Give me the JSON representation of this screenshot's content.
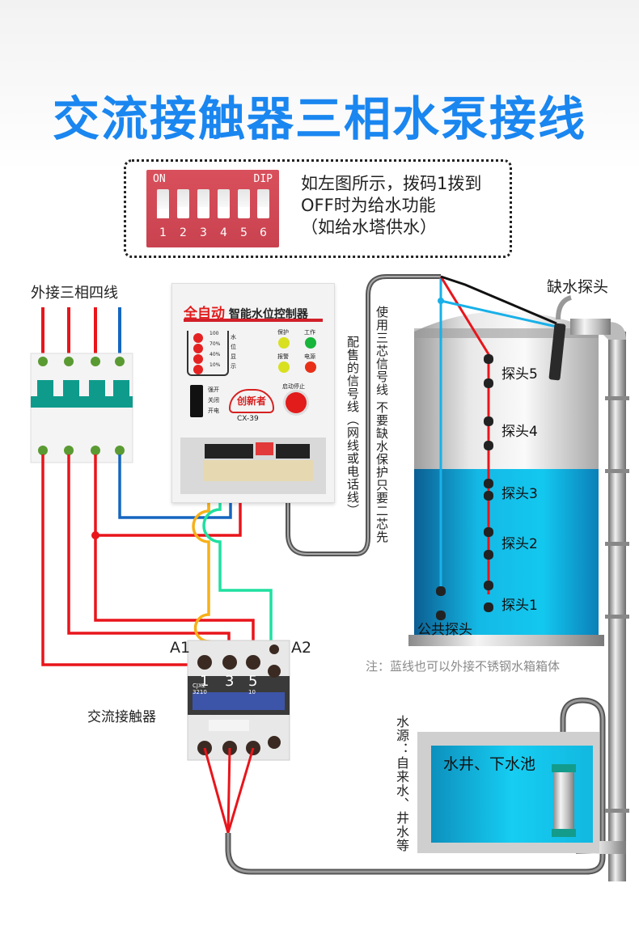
{
  "title": "交流接触器三相水泵接线",
  "info_box": {
    "dip_on_label": "ON",
    "dip_label": "DIP",
    "dip_switch_numbers": [
      "1",
      "2",
      "3",
      "4",
      "5",
      "6"
    ],
    "dip_switch_1_state": "OFF",
    "text_lines": [
      "如左图所示，拨码1拨到",
      "OFF时为给水功能",
      "（如给水塔供水）"
    ]
  },
  "breaker": {
    "label": "外接三相四线",
    "wire_colors": [
      "#e8151b",
      "#e8151b",
      "#e8151b",
      "#1466c0"
    ]
  },
  "controller": {
    "title_bold": "全自动",
    "title_rest": "智能水位控制器",
    "subtitle": "AUTOMATIC INTELLIGENT LIQUID LEVEL CONTROL SWITCH",
    "level_marks": [
      "100",
      "70%",
      "40%",
      "10%"
    ],
    "level_caption": "水位显示",
    "indicators": [
      {
        "label": "保护",
        "color": "#d8e020"
      },
      {
        "label": "工作",
        "color": "#17b53a"
      },
      {
        "label": "报警",
        "color": "#d8e020"
      },
      {
        "label": "电源",
        "color": "#e83018"
      }
    ],
    "switch_labels": [
      "强开",
      "关闭",
      "开电"
    ],
    "brand": "创新者",
    "model": "CX-39",
    "start_stop_label": "启动停止"
  },
  "signal_wire_note": "配售的信号线（网线或电话线）",
  "three_core_note": "使用三芯信号线 不要缺水保护只要二芯先",
  "tank": {
    "low_water_probe": "缺水探头",
    "probes": [
      "探头5",
      "探头4",
      "探头3",
      "探头2",
      "探头1"
    ],
    "common_probe": "公共探头",
    "note": "注：蓝线也可以外接不锈钢水箱箱体"
  },
  "contactor": {
    "label": "交流接触器",
    "coil_left": "A1",
    "coil_right": "A2",
    "terminal_numbers": [
      "1",
      "3",
      "5"
    ],
    "model_text": "CJX2 3210",
    "aux_text": "10"
  },
  "source": {
    "vertical_label": "水源：自来水、井水等",
    "pool_label": "水井、下水池"
  },
  "colors": {
    "title_blue": "#1a86f0",
    "phase_red": "#e8151b",
    "neutral_blue": "#1466c0",
    "signal_orange": "#f6b019",
    "signal_green": "#1fe0a0",
    "probe_cyan": "#19b0e8",
    "water": "#12c2ec"
  }
}
